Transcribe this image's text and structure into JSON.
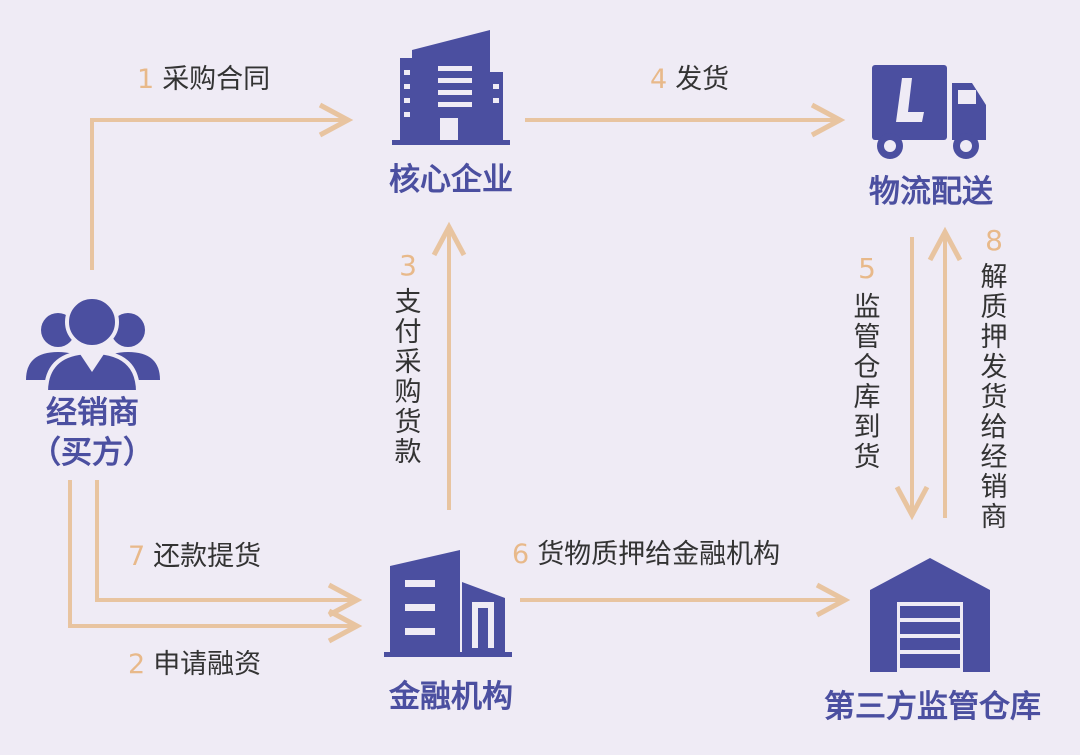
{
  "colors": {
    "background": "#efebf5",
    "icon": "#4b4fa0",
    "arrow": "#e8c4a0",
    "step_number": "#e8b98a",
    "text": "#333333"
  },
  "nodes": {
    "core_enterprise": {
      "label": "核心企业",
      "icon": "office-building-icon"
    },
    "logistics": {
      "label": "物流配送",
      "icon": "delivery-truck-icon"
    },
    "dealer": {
      "label_line1": "经销商",
      "label_line2": "（买方）",
      "icon": "user-group-icon"
    },
    "financial_institution": {
      "label": "金融机构",
      "icon": "bank-building-icon"
    },
    "warehouse": {
      "label": "第三方监管仓库",
      "icon": "warehouse-icon"
    }
  },
  "steps": {
    "s1": {
      "num": "1",
      "text": "采购合同"
    },
    "s2": {
      "num": "2",
      "text": "申请融资"
    },
    "s3": {
      "num": "3",
      "text": "支付采购货款"
    },
    "s4": {
      "num": "4",
      "text": "发货"
    },
    "s5": {
      "num": "5",
      "text": "监管仓库到货"
    },
    "s6": {
      "num": "6",
      "text": "货物质押给金融机构"
    },
    "s7": {
      "num": "7",
      "text": "还款提货"
    },
    "s8": {
      "num": "8",
      "text": "解质押发货给经销商"
    }
  }
}
